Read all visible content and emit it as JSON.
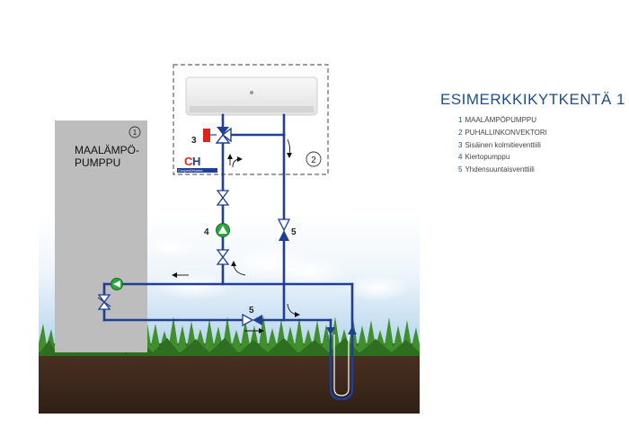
{
  "legend": {
    "title": "ESIMERKKIKYTKENTÄ 1",
    "items": [
      {
        "num": "1",
        "label": "MAALÄMPÖPUMPPU"
      },
      {
        "num": "2",
        "label": "PUHALLINKONVEKTORI"
      },
      {
        "num": "3",
        "label": "Sisäinen kolmitieventtiili"
      },
      {
        "num": "4",
        "label": "Kiertopumppu"
      },
      {
        "num": "5",
        "label": "Yhdensuuntaisventtiili"
      }
    ]
  },
  "heat_pump": {
    "label_line1": "MAALÄMPÖ-",
    "label_line2": "PUMPPU",
    "marker": "1"
  },
  "fan_coil": {
    "marker": "2",
    "brand": "Cooper&Hunter",
    "brand_logo": "C&H-logo"
  },
  "callouts": {
    "three_way_valve": "3",
    "circulation_pump": "4",
    "check_valve_upper": "5",
    "check_valve_lower": "5"
  },
  "colors": {
    "pipe": "#1f3f96",
    "heat_pump_box": "#bdbdbd",
    "three_way_valve": "#d9261c",
    "pump": "#2aa83a",
    "legend_title": "#1d4e8e"
  }
}
